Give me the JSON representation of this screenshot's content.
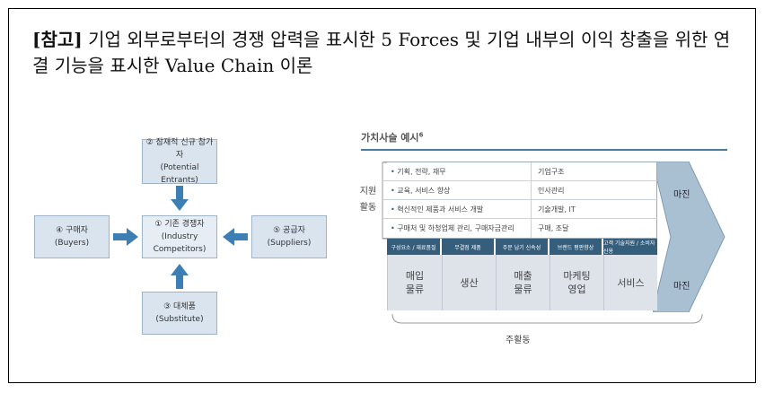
{
  "title": {
    "bracket": "[참고]",
    "text": " 기업 외부로부터의 경쟁 압력을 표시한 5 Forces 및 기업 내부의 이익 창출을 위한 연결 기능을 표시한 Value Chain 이론"
  },
  "five_forces": {
    "potential_entrants": {
      "ko": "② 잠재적 신규 참가자",
      "en": "(Potential Entrants)"
    },
    "buyers": {
      "ko": "④ 구매자",
      "en": "(Buyers)"
    },
    "industry": {
      "ko": "① 기존 경쟁자",
      "en": "(Industry Competitors)"
    },
    "suppliers": {
      "ko": "⑤ 공급자",
      "en": "(Suppliers)"
    },
    "substitute": {
      "ko": "③ 대체품",
      "en": "(Substitute)"
    },
    "colors": {
      "box": "#d9e4ef",
      "arrow": "#3d7fb5"
    }
  },
  "value_chain": {
    "title": "가치사슬 예시",
    "title_sup": "6",
    "support_label_1": "지원",
    "support_label_2": "활동",
    "support_rows": [
      {
        "left": "기획, 전략, 재무",
        "right": "기업구조"
      },
      {
        "left": "교육, 서비스 향상",
        "right": "인사관리"
      },
      {
        "left": "혁신적인 제품과 서비스 개발",
        "right": "기술개발, IT"
      },
      {
        "left": "구매처 및 하청업체 관리, 구매자금관리",
        "right": "구매, 조달"
      }
    ],
    "headers": [
      "구성요소 / 재료품질",
      "무결점 제품",
      "주문 납기 신속성",
      "브랜드 평판향상",
      "고객 기술지원 / 소비자 신용"
    ],
    "primary": [
      "매입\n물류",
      "생산",
      "매출\n물류",
      "마케팅\n영업",
      "서비스"
    ],
    "margin_top": "마진",
    "margin_bottom": "마진",
    "primary_label": "주활동",
    "colors": {
      "header": "#355e7c",
      "primary": "#dde3e9",
      "arrow": "#a9c0d3",
      "rule": "#4a7a9a"
    }
  }
}
